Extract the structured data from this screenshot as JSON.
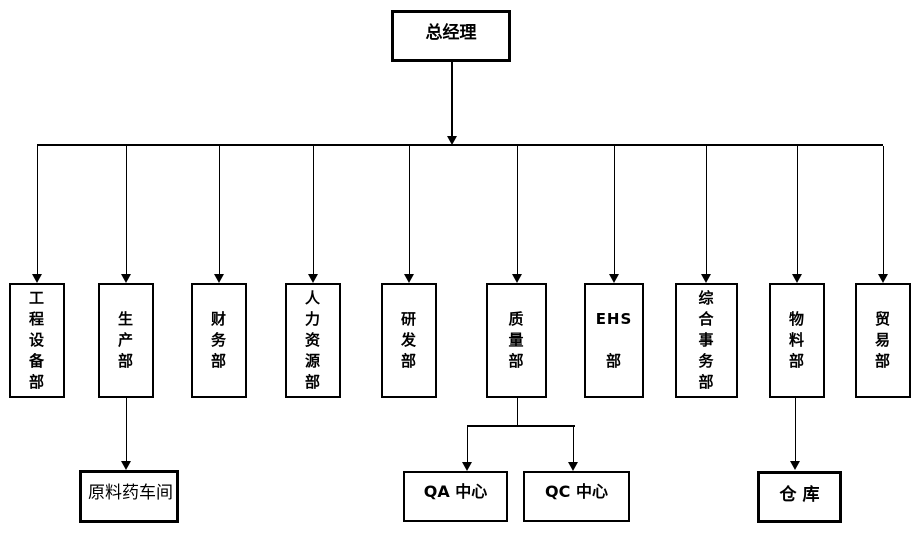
{
  "root": {
    "label": "总经理"
  },
  "departments": [
    {
      "id": "engineering-equipment",
      "label": "工\n程\n设\n备\n部"
    },
    {
      "id": "production",
      "label": "生\n产\n部"
    },
    {
      "id": "finance",
      "label": "财\n务\n部"
    },
    {
      "id": "human-resources",
      "label": "人\n力\n资\n源\n部"
    },
    {
      "id": "research-development",
      "label": "研\n发\n部"
    },
    {
      "id": "quality",
      "label": "质\n量\n部"
    },
    {
      "id": "ehs",
      "label": "EHS\n\n部"
    },
    {
      "id": "general-affairs",
      "label": "综\n合\n事\n务\n部"
    },
    {
      "id": "materials",
      "label": "物\n料\n部"
    },
    {
      "id": "trade",
      "label": "贸\n易\n部"
    }
  ],
  "sub_units": {
    "api_workshop": {
      "label": "原料药车间",
      "parent": "生产部"
    },
    "qa_center": {
      "label": "QA 中心",
      "parent": "质量部"
    },
    "qc_center": {
      "label": "QC 中心",
      "parent": "质量部"
    },
    "warehouse": {
      "label": "仓 库",
      "parent": "物料部"
    }
  },
  "colors": {
    "background": "#ffffff",
    "line": "#000000",
    "border": "#000000",
    "text": "#000000"
  }
}
